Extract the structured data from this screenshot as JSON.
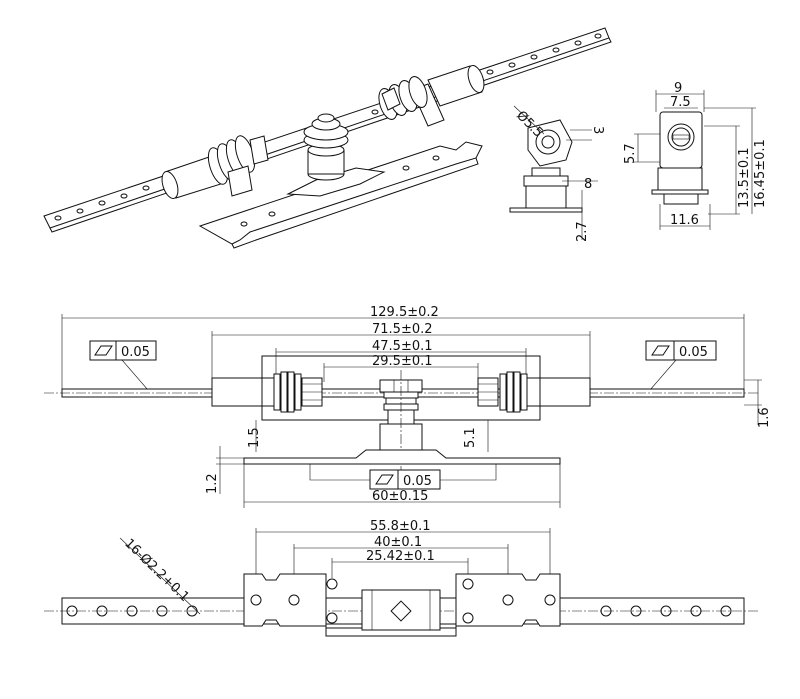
{
  "dims": {
    "side_dia": "Ø5.5",
    "side_3": "3",
    "side_8": "8",
    "side_27": "2.7",
    "end_9": "9",
    "end_75": "7.5",
    "end_57": "5.7",
    "end_1355": "13.5±0.1",
    "end_1645": "16.45±0.1",
    "end_116": "11.6",
    "overall_len": "129.5±0.2",
    "len_715": "71.5±0.2",
    "len_475": "47.5±0.1",
    "len_295": "29.5±0.1",
    "thick_16": "1.6",
    "h_15": "1.5",
    "h_51": "5.1",
    "h_12": "1.2",
    "plate_60": "60±0.15",
    "pitch_558": "55.8±0.1",
    "pitch_40": "40±0.1",
    "pitch_2542": "25.42±0.1",
    "holes": "16-Ø2.2+0.1"
  },
  "tolerances": {
    "flatness_value": "0.05",
    "flatness_symbol": "parallelogram-flatness-icon"
  }
}
